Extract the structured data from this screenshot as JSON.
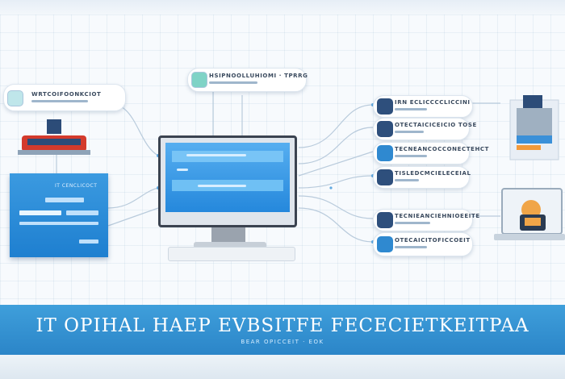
{
  "banner": {
    "title": "IT OPIHAL HAEP EVBSITFE FECECIETKEITPAA",
    "subtitle": "BEAR OPICCEIT · EOK"
  },
  "top_card": {
    "text": "HSIPNOOLLUHIOMI · TPRRG"
  },
  "left_card": {
    "text": "WRTCOIFOONKCIOT",
    "icon": "tablet-icon"
  },
  "left_panel": {
    "header": "IT CENCLICOCT"
  },
  "monitor": {
    "icon": "monitor-icon"
  },
  "right_cards": [
    {
      "text": "IRN ECLICCCCLICCINI",
      "icon": "chat-icon",
      "accent": "#2e4f7c"
    },
    {
      "text": "OTECTAICICEICIO TOSE",
      "icon": "folder-icon",
      "accent": "#2e4f7c"
    },
    {
      "text": "TECNEANCOCCONECTEHCT",
      "icon": "link-icon",
      "accent": "#2f89d0"
    },
    {
      "text": "TISLEDCMCIELECEIAL",
      "icon": "chip-icon",
      "accent": "#2e4f7c"
    },
    {
      "text": "TECNIEANCIEHNIOEEITE",
      "icon": "server-icon",
      "accent": "#2e4f7c"
    },
    {
      "text": "OTECAICITOFICCOEIT",
      "icon": "document-icon",
      "accent": "#2f89d0"
    }
  ],
  "colors": {
    "banner": "#2b85c8",
    "panel": "#1e7fd0",
    "screen": "#2588dc"
  }
}
